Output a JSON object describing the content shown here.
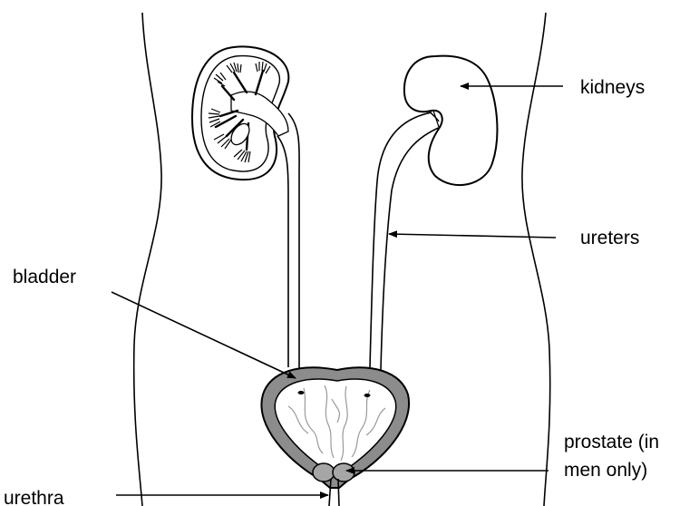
{
  "labels": {
    "kidneys": "kidneys",
    "ureters": "ureters",
    "bladder": "bladder",
    "prostate_line1": "prostate (in",
    "prostate_line2": "men only)",
    "urethra": "urethra"
  },
  "colors": {
    "outline": "#000000",
    "bladder_wall": "#8c8c8c",
    "prostate": "#a6a6a6",
    "background": "#ffffff"
  }
}
